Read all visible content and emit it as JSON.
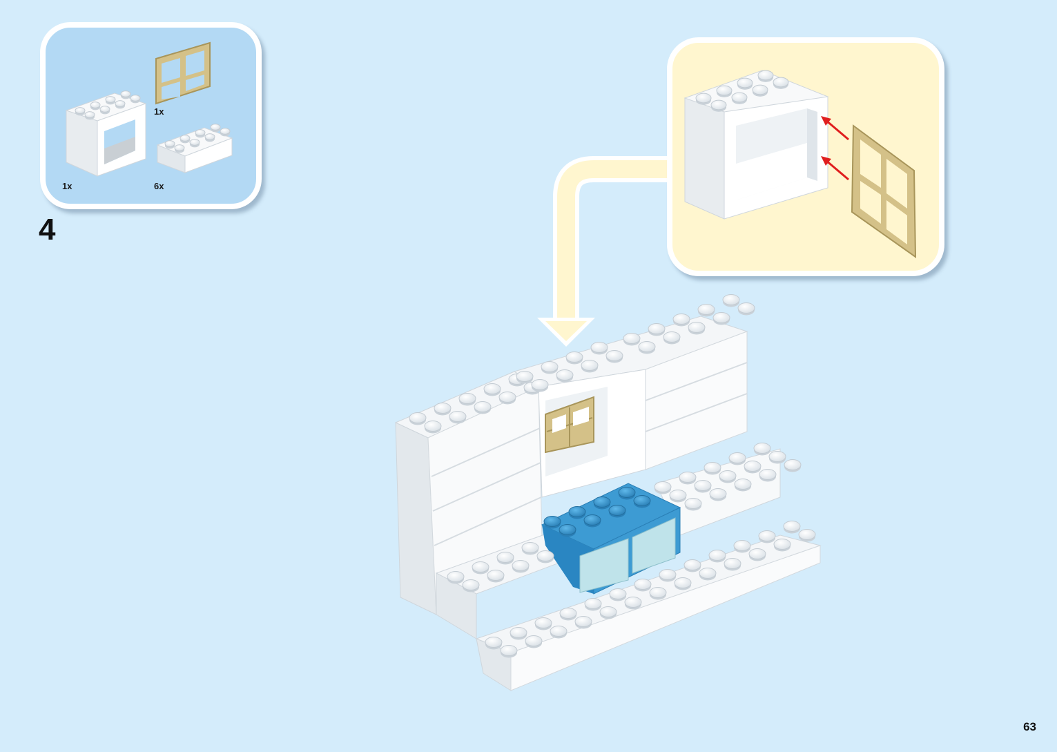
{
  "step": {
    "number": "4"
  },
  "parts": [
    {
      "name": "window-frame-brick",
      "qty": "1x"
    },
    {
      "name": "window-pane",
      "qty": "1x"
    },
    {
      "name": "brick-2x4",
      "qty": "6x"
    }
  ],
  "page": {
    "number": "63"
  },
  "colors": {
    "background": "#d4ecfb",
    "parts_box": "#b3d9f4",
    "callout": "#fff6cf",
    "window_tan": "#d4c188",
    "brick_blue": "#3d9bd3",
    "arrow_red": "#e01e1e"
  }
}
